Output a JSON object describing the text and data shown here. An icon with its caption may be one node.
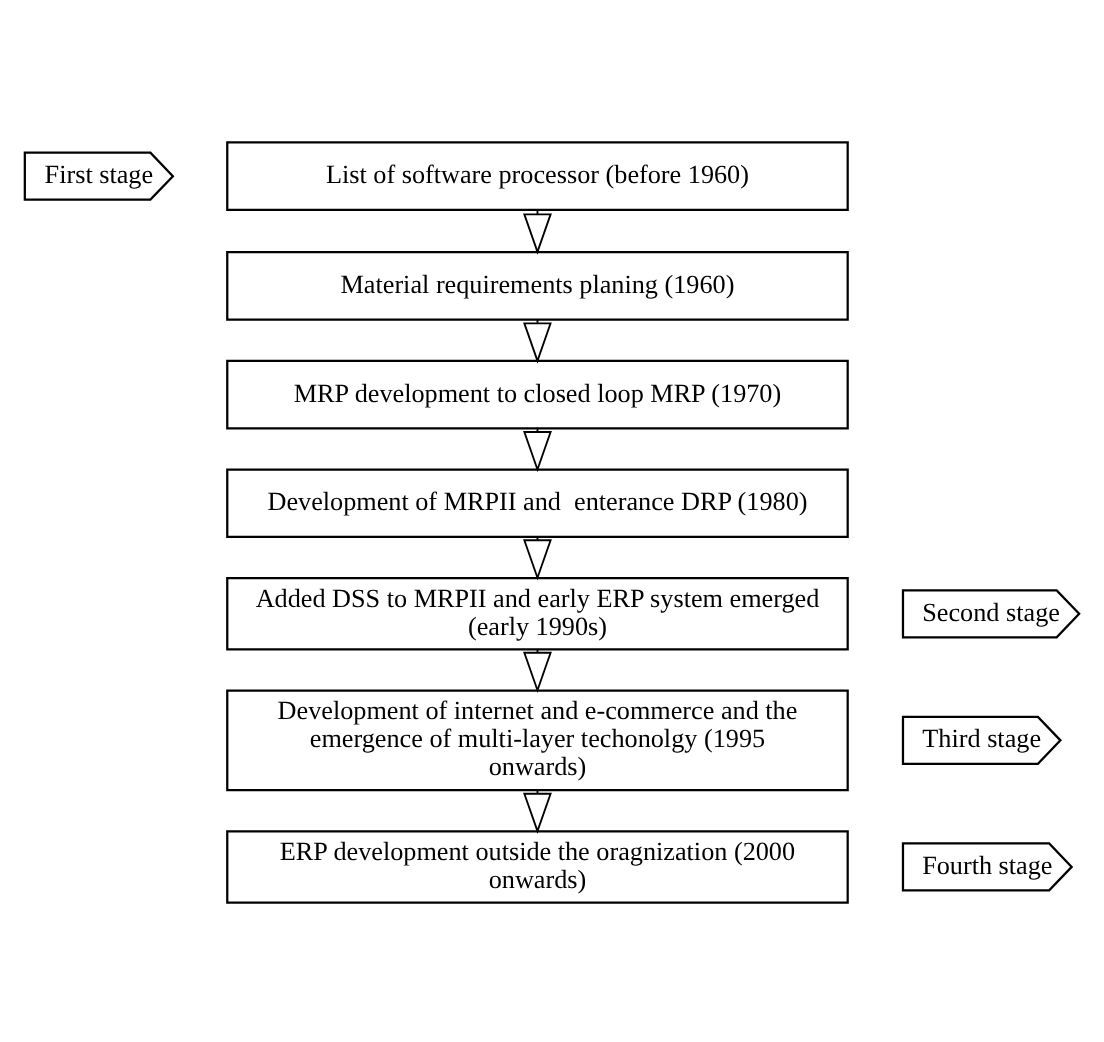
{
  "diagram": {
    "nodes": [
      {
        "text": [
          "First stage"
        ]
      },
      {
        "text": [
          "List of software processor (before 1960)"
        ]
      },
      {
        "text": [
          "Material requirements planing (1960)"
        ]
      },
      {
        "text": [
          "MRP development to closed loop MRP (1970)"
        ]
      },
      {
        "text": [
          "Development of MRPII and  enterance DRP (1980)"
        ]
      },
      {
        "text": [
          "Second stage"
        ]
      },
      {
        "text": [
          "Added DSS to MRPII and early ERP system emerged (early 1990s)"
        ]
      },
      {
        "text": [
          "Third stage"
        ]
      },
      {
        "text": [
          "Development of internet and e-commerce and the emergence of multi-layer techonolgy (1995 onwards)"
        ]
      },
      {
        "text": [
          "Fourth stage"
        ]
      },
      {
        "text": [
          "ERP development outside the oragnization (2000 onwards)"
        ]
      }
    ],
    "edges": [
      {
        "from": 1,
        "to": 2,
        "arrow": "to"
      },
      {
        "from": 2,
        "to": 3,
        "arrow": "to"
      },
      {
        "from": 3,
        "to": 4,
        "arrow": "to"
      },
      {
        "from": 4,
        "to": 6,
        "arrow": "to"
      },
      {
        "from": 6,
        "to": 8,
        "arrow": "to"
      },
      {
        "from": 8,
        "to": 10,
        "arrow": "to"
      }
    ]
  }
}
